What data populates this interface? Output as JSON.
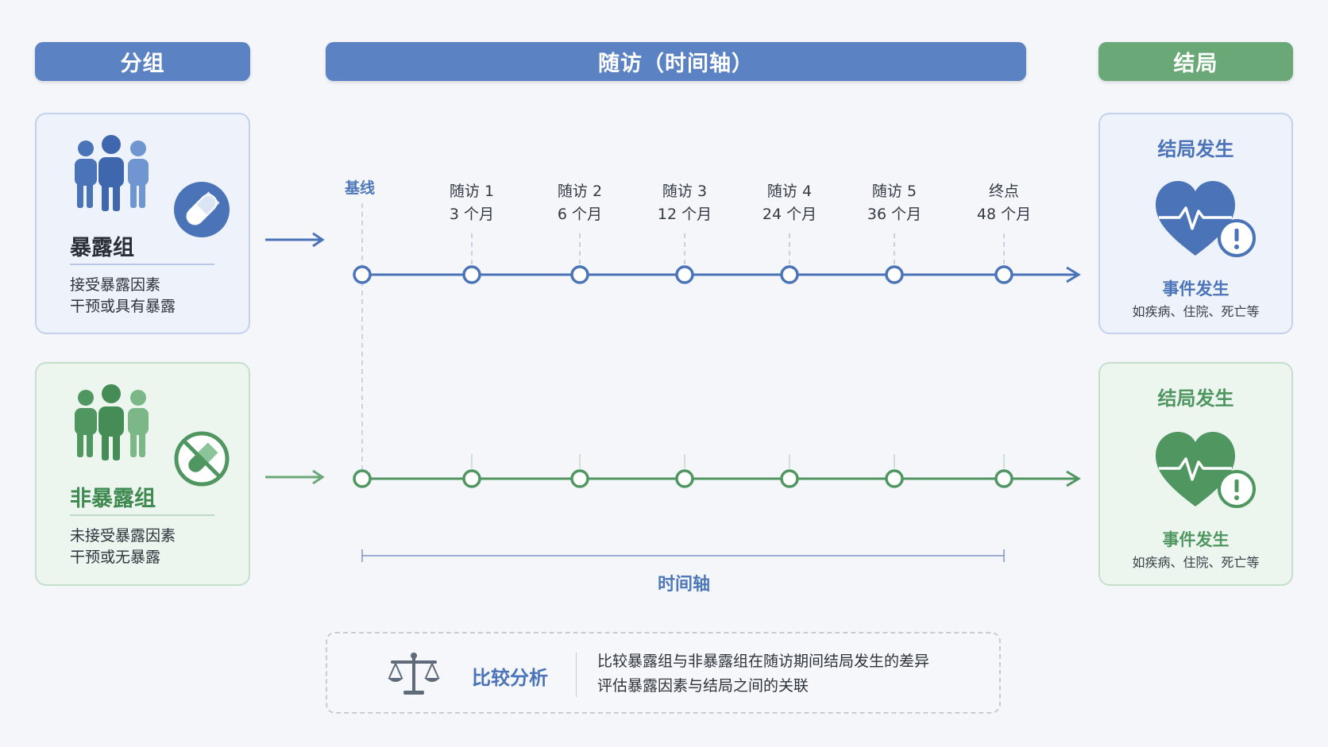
{
  "headers": {
    "grouping": "分组",
    "followup": "随访（时间轴）",
    "outcome": "结局"
  },
  "exposed_group": {
    "title": "暴露组",
    "desc_line1": "接受暴露因素",
    "desc_line2": "干预或具有暴露",
    "icon": "pill-icon",
    "color": "#4a73b8"
  },
  "unexposed_group": {
    "title": "非暴露组",
    "desc_line1": "未接受暴露因素",
    "desc_line2": "干预或无暴露",
    "icon": "no-pill-icon",
    "color": "#4f9660"
  },
  "timeline": {
    "baseline_label": "基线",
    "points": [
      {
        "name": "随访 1",
        "time": "3 个月"
      },
      {
        "name": "随访 2",
        "time": "6 个月"
      },
      {
        "name": "随访 3",
        "time": "12 个月"
      },
      {
        "name": "随访 4",
        "time": "24 个月"
      },
      {
        "name": "随访 5",
        "time": "36 个月"
      },
      {
        "name": "终点",
        "time": "48 个月"
      }
    ],
    "axis_label": "时间轴"
  },
  "outcome_exposed": {
    "title": "结局发生",
    "event": "事件发生",
    "examples": "如疾病、住院、死亡等"
  },
  "outcome_unexposed": {
    "title": "结局发生",
    "event": "事件发生",
    "examples": "如疾病、住院、死亡等"
  },
  "analysis": {
    "title": "比较分析",
    "line1": "比较暴露组与非暴露组在随访期间结局发生的差异",
    "line2": "评估暴露因素与结局之间的关联",
    "icon": "scale-icon"
  },
  "colors": {
    "blue": "#4a73b8",
    "green": "#4f9660"
  }
}
